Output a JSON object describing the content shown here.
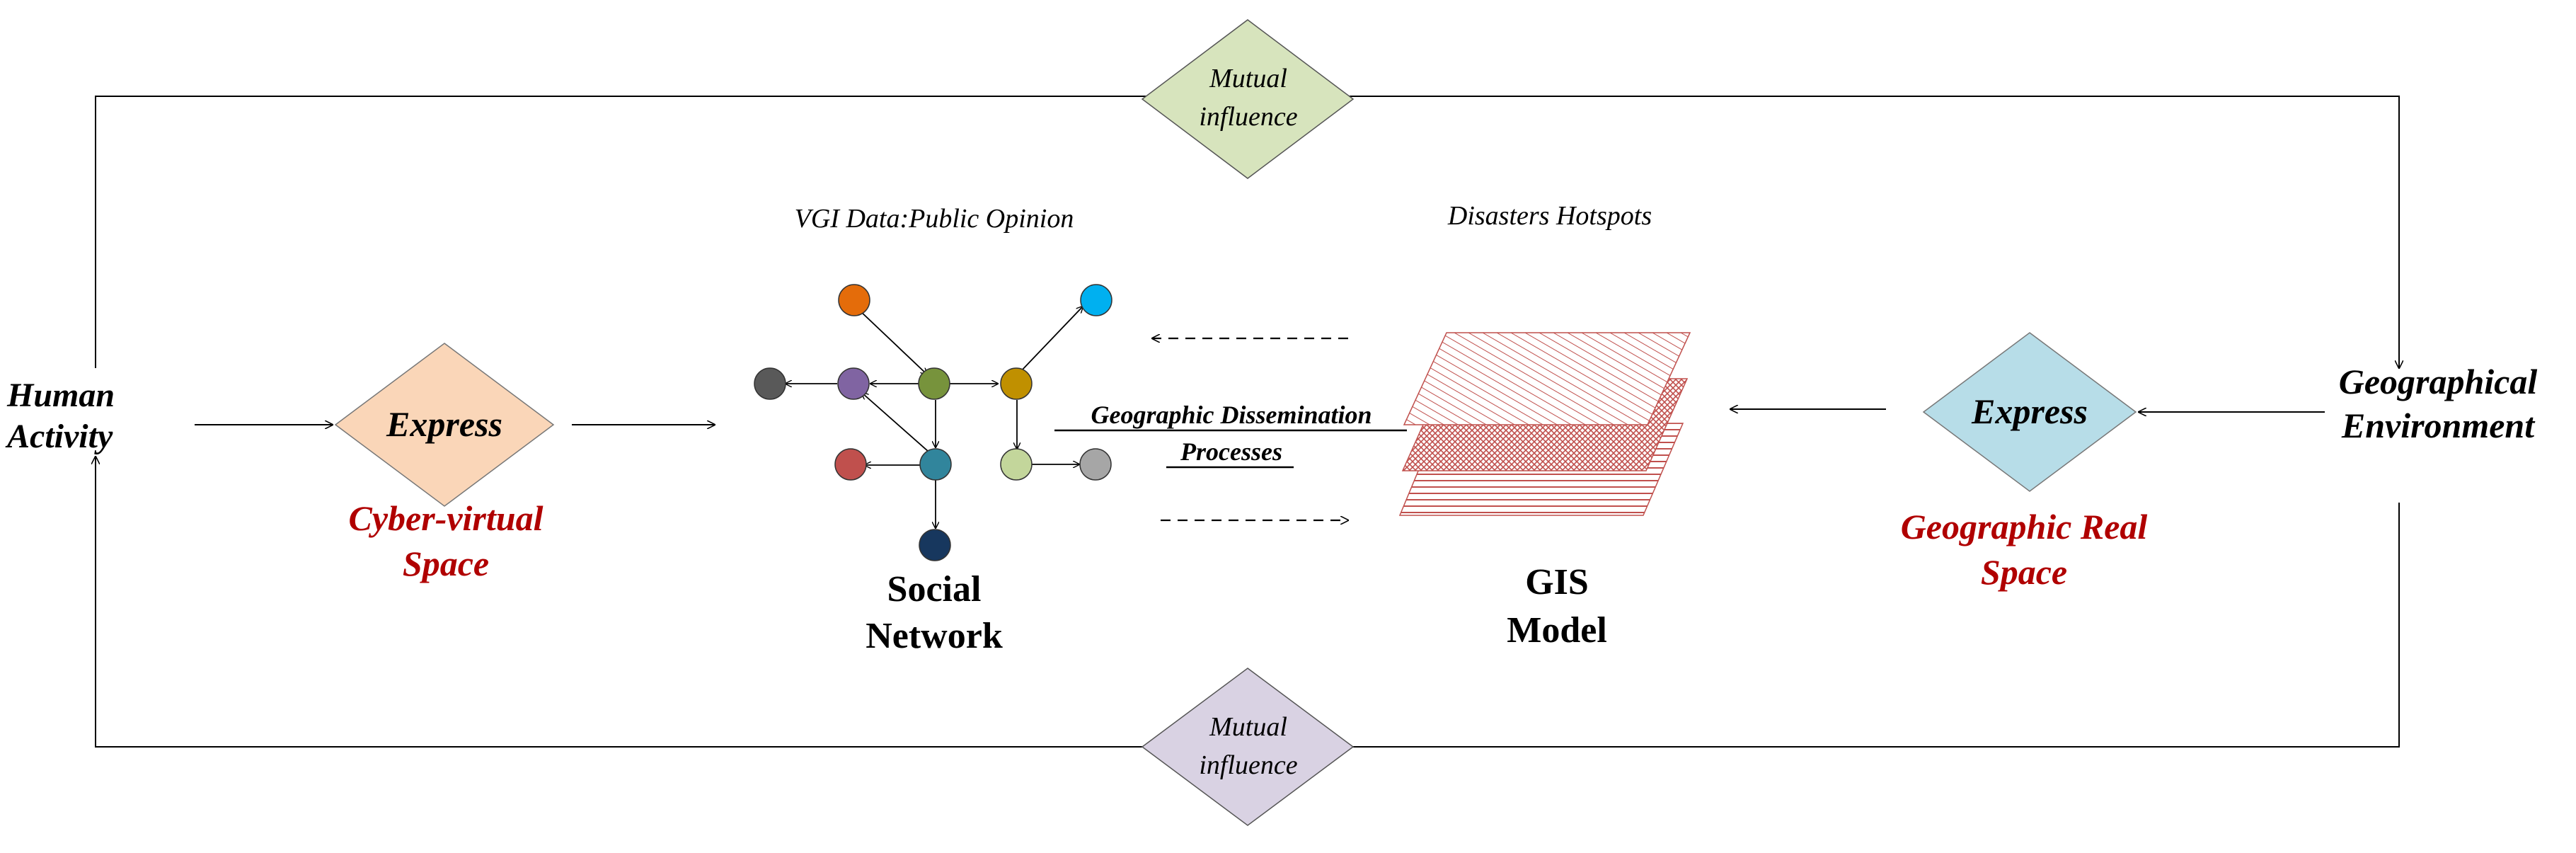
{
  "labels": {
    "human_activity": "Human Activity",
    "geographical_environment": "Geographical Environment",
    "mutual_influence_top": "Mutual influence",
    "mutual_influence_bottom": "Mutual influence",
    "express_left": "Express",
    "express_right": "Express",
    "cyber_virtual_space": "Cyber-virtual Space",
    "geographic_real_space": "Geographic Real Space",
    "vgi_data": "VGI Data:Public Opinion",
    "disasters_hotspots": "Disasters Hotspots",
    "dissemination_line1": "Geographic Dissemination",
    "dissemination_line2": "Processes",
    "social_network_line1": "Social",
    "social_network_line2": "Network",
    "gis_model_line1": "GIS",
    "gis_model_line2": "Model"
  },
  "colors": {
    "diamond_top": "#d7e4bd",
    "diamond_bottom": "#d9d2e3",
    "diamond_express_left": "#fad6b8",
    "diamond_express_right": "#b7dde8",
    "accent_red": "#b00000",
    "layer_hatch": "#c0504d"
  },
  "network_nodes": [
    {
      "id": "orange",
      "color": "#e46c0a"
    },
    {
      "id": "cyan",
      "color": "#00b0f0"
    },
    {
      "id": "dark-gray",
      "color": "#595959"
    },
    {
      "id": "purple",
      "color": "#8064a2"
    },
    {
      "id": "green",
      "color": "#77933c"
    },
    {
      "id": "gold",
      "color": "#c09000"
    },
    {
      "id": "red",
      "color": "#c0504d"
    },
    {
      "id": "teal",
      "color": "#31859c"
    },
    {
      "id": "light-green",
      "color": "#c3d69b"
    },
    {
      "id": "light-gray",
      "color": "#a6a6a6"
    },
    {
      "id": "navy",
      "color": "#17375e"
    }
  ]
}
